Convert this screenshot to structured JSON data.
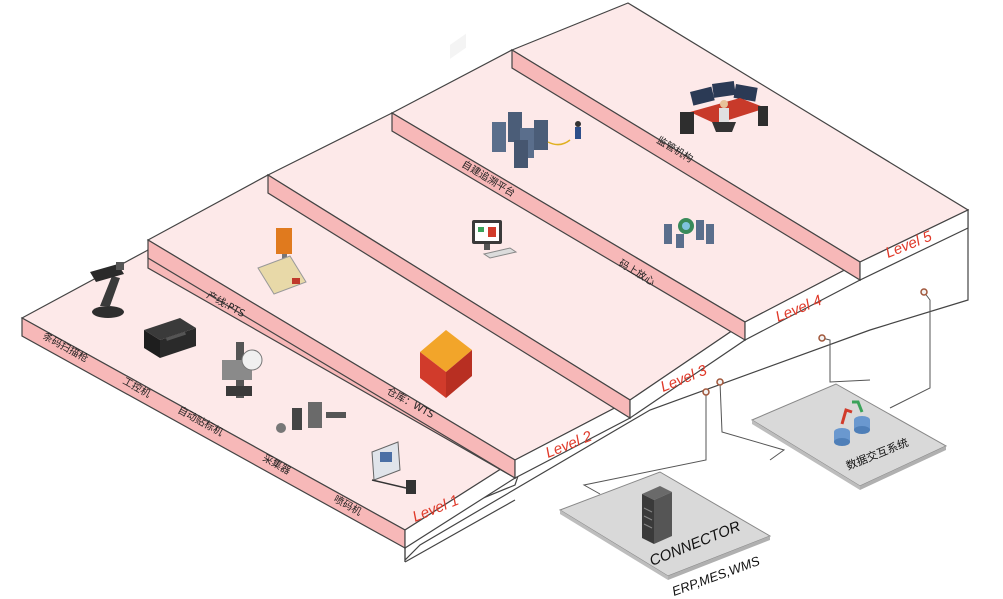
{
  "levels": {
    "level1": "Level 1",
    "level2": "Level 2",
    "level3": "Level 3",
    "level4": "Level 4",
    "level5": "Level 5"
  },
  "step1_labels": {
    "scanner": "条码扫描枪",
    "ipc": "工控机",
    "labeler": "自动贴标机",
    "collector": "采集器",
    "printer": "喷码机"
  },
  "step2_labels": {
    "line": "产线:PTS",
    "warehouse": "仓库：WTS"
  },
  "step3_labels": {
    "traceability": "自建追溯平台",
    "cloud": "码上放心"
  },
  "step4_labels": {
    "regulator": "监管机构"
  },
  "platforms": {
    "exchange": "数据交互系统",
    "connector": "CONNECTOR",
    "systems": "ERP,MES,WMS"
  },
  "colors": {
    "top": "#fde9e9",
    "riser": "#f7b8b8",
    "edge": "#444444",
    "level_text": "#e03a2a",
    "platform": "#d9d9d9"
  }
}
